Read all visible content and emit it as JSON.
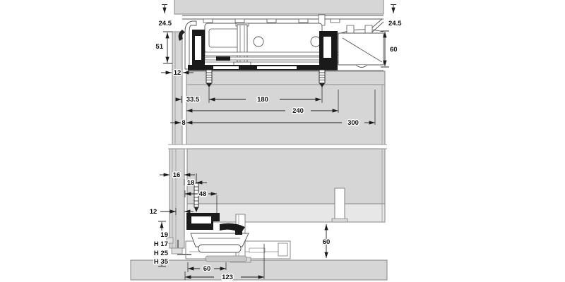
{
  "drawing": {
    "kind": "technical cross-section, sliding door fitting (top track and bottom guide)",
    "colors": {
      "panel_gray": "#d6d6d6",
      "panel_light": "#e7e7e7",
      "outline_gray": "#878787",
      "profile_black": "#1a1a1a",
      "dimension_color": "#1c1c1c",
      "background": "#ffffff"
    }
  },
  "dims": {
    "top": {
      "reveal_left": "24.5",
      "track_height": "51",
      "wall_thickness": "12",
      "reveal_right": "24.5",
      "fitting_height": "60",
      "screw_offset": "33.5",
      "screw_spacing": "180",
      "profile_length": "240",
      "wall_gap": "8",
      "overall_length": "300"
    },
    "bottom": {
      "wall_thickness": "16",
      "guide_offset": "18",
      "guide_width": "48",
      "rail_inset": "12",
      "bracket_offset": "19",
      "height_h17": "H 17",
      "height_h25": "H 25",
      "height_h35": "H 35",
      "plinth_height": "60",
      "guide_length": "60",
      "housing_length": "123"
    }
  }
}
